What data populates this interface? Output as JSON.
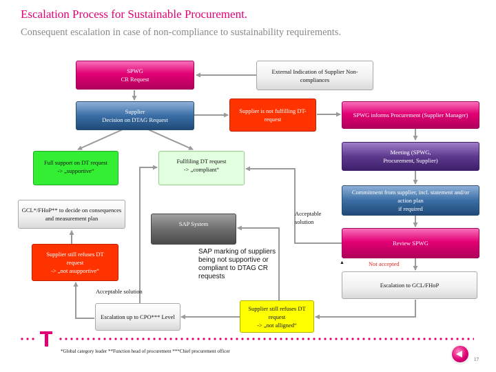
{
  "header": {
    "title": "Escalation Process for Sustainable Procurement.",
    "subtitle": "Consequent escalation in case of non-compliance to sustainability requirements."
  },
  "boxes": {
    "spwg_cr": [
      "SPWG",
      "CR Request"
    ],
    "external": [
      "External Indication of Supplier Non-",
      "compliances"
    ],
    "supplier_decision": [
      "Supplier",
      "Decision on DTAG Request"
    ],
    "not_fulfilling": [
      "Supplier is not fulfilling DT-",
      "request"
    ],
    "spwg_informs": [
      "SPWG informs Procurement (Supplier Manager)"
    ],
    "full_support": [
      "Full support on DT request",
      "-> „supportive“"
    ],
    "fulfilling": [
      "Fullfiling DT request",
      "-> „compliant“"
    ],
    "meeting": [
      "Meeting (SPWG,",
      "Procurement, Supplier)"
    ],
    "commitment": [
      "Commitment from supplier, incl. statement and/or",
      "action plan",
      "if required"
    ],
    "gcl_fhop": [
      "GCL*/FHoP** to decide on consequences",
      "and measurement plan"
    ],
    "sap_system": [
      "SAP System"
    ],
    "review_spwg": [
      "Review SPWG"
    ],
    "still_refuses_left": [
      "Supplier still refuses DT",
      "request",
      "-> „not asupportive“"
    ],
    "escalation_gcl": [
      "Escalation to GCL/FHoP"
    ],
    "escalation_cpo": [
      "Escalation up to CPO*** Level"
    ],
    "still_refuses_bottom": [
      "Supplier still refuses DT",
      "request",
      "-> „not alligned“"
    ]
  },
  "labels": {
    "acceptable_solution_right": [
      "Acceptable",
      "solution"
    ],
    "acceptable_solution_left": "Acceptable solution",
    "not_accepted": "Not accepted",
    "sap_marking": "SAP marking of suppliers being not supportive or compliant to DTAG CR requests"
  },
  "footer": {
    "footnote": "*Global category leader     **Function head of procurement   ***Chief procurement officer",
    "page_number": "17"
  },
  "colors": {
    "brand": "#e20074",
    "arrow": "#9a9a9a",
    "not_accepted": "#e8201a"
  }
}
